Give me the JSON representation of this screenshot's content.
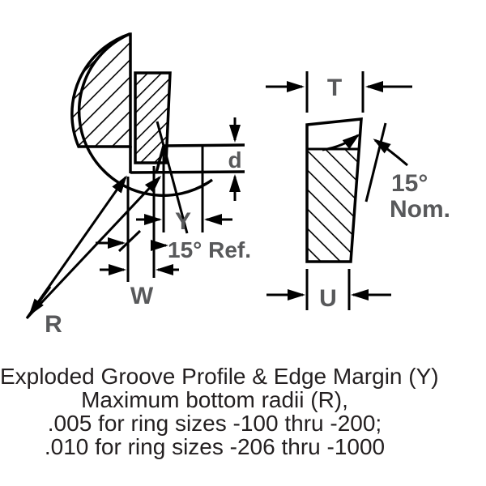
{
  "colors": {
    "line": "#000000",
    "label": "#58595b",
    "caption": "#231f20",
    "background": "#ffffff"
  },
  "left_view": {
    "labels": {
      "groove_depth": "d",
      "edge_margin": "Y",
      "groove_width": "W",
      "bottom_radius": "R",
      "wall_angle": "15° Ref."
    }
  },
  "right_view": {
    "labels": {
      "thickness": "T",
      "radial_wall": "U",
      "angle_value": "15°",
      "angle_qualifier": "Nom."
    }
  },
  "caption": {
    "lines": [
      "Exploded Groove Profile & Edge Margin (Y)",
      "Maximum bottom radii (R),",
      ".005 for ring sizes -100 thru -200;",
      ".010 for ring sizes -206 thru -1000"
    ]
  }
}
